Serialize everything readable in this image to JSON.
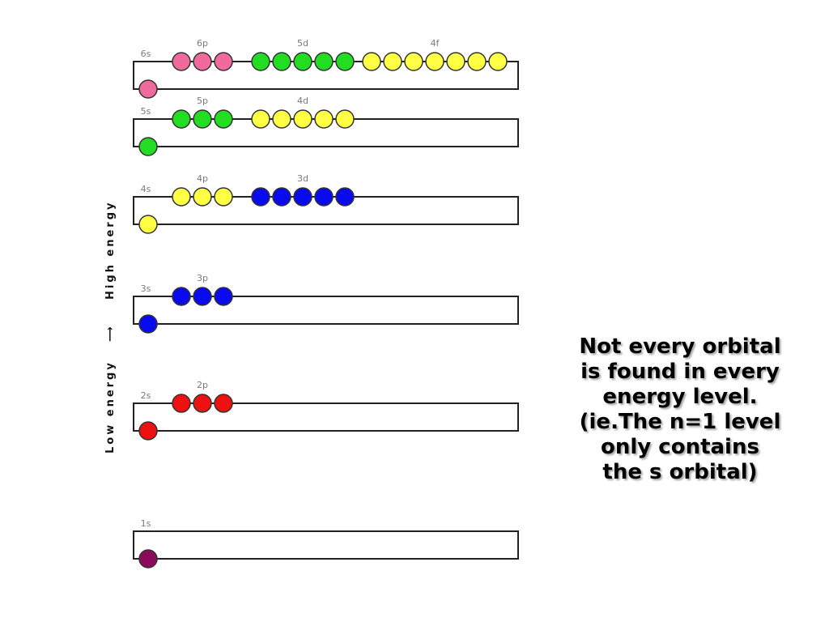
{
  "diagram": {
    "axis_label": {
      "low": "Low energy",
      "arrow": "⟶",
      "high": "High energy"
    },
    "levels": [
      {
        "n": 6,
        "orbitals": [
          {
            "label": "6s",
            "count": 1,
            "color": "#f06a9e"
          },
          {
            "label": "6p",
            "count": 3,
            "color": "#f06a9e"
          },
          {
            "label": "5d",
            "count": 5,
            "color": "#22dd22"
          },
          {
            "label": "4f",
            "count": 7,
            "color": "#ffff44"
          }
        ]
      },
      {
        "n": 5,
        "orbitals": [
          {
            "label": "5s",
            "count": 1,
            "color": "#22dd22"
          },
          {
            "label": "5p",
            "count": 3,
            "color": "#22dd22"
          },
          {
            "label": "4d",
            "count": 5,
            "color": "#ffff44"
          }
        ]
      },
      {
        "n": 4,
        "orbitals": [
          {
            "label": "4s",
            "count": 1,
            "color": "#ffff44"
          },
          {
            "label": "4p",
            "count": 3,
            "color": "#ffff44"
          },
          {
            "label": "3d",
            "count": 5,
            "color": "#0a0aee"
          }
        ]
      },
      {
        "n": 3,
        "orbitals": [
          {
            "label": "3s",
            "count": 1,
            "color": "#0a0aee"
          },
          {
            "label": "3p",
            "count": 3,
            "color": "#0a0aee"
          }
        ]
      },
      {
        "n": 2,
        "orbitals": [
          {
            "label": "2s",
            "count": 1,
            "color": "#ee1111"
          },
          {
            "label": "2p",
            "count": 3,
            "color": "#ee1111"
          }
        ]
      },
      {
        "n": 1,
        "orbitals": [
          {
            "label": "1s",
            "count": 1,
            "color": "#8b0a5a"
          }
        ]
      }
    ]
  },
  "caption": {
    "lines": [
      "Not every orbital",
      "is found in every",
      "energy level.",
      "(ie.The n=1 level",
      "only contains",
      "the s orbital)"
    ]
  }
}
